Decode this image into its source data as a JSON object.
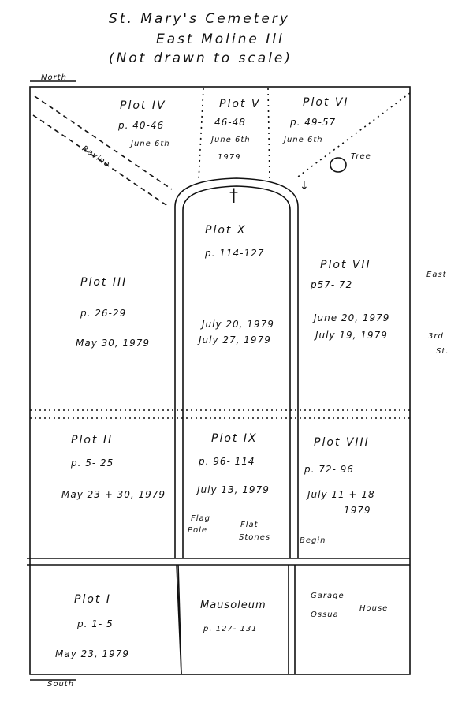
{
  "header": {
    "line1": "St. Mary's Cemetery",
    "line2": "East Moline Ill",
    "line3": "(Not drawn to scale)"
  },
  "compass": {
    "north": "North",
    "south": "South",
    "east": "East",
    "street_line1": "3rd",
    "street_line2": "St."
  },
  "landmarks": {
    "ravine": "Ravine",
    "tree": "Tree",
    "flag_pole_line1": "Flag",
    "flag_pole_line2": "Pole",
    "flat_stones_line1": "Flat",
    "flat_stones_line2": "Stones",
    "begin": "Begin",
    "cross": "†",
    "arrow": "↓"
  },
  "plots": {
    "p4": {
      "label": "Plot IV",
      "pages": "p. 40-46",
      "date": "June 6th"
    },
    "p5": {
      "label": "Plot V",
      "pages": "46-48",
      "date": "June 6th",
      "year": "1979"
    },
    "p6": {
      "label": "Plot VI",
      "pages": "p. 49-57",
      "date": "June 6th"
    },
    "p10": {
      "label": "Plot X",
      "pages": "p. 114-127"
    },
    "p3": {
      "label": "Plot III",
      "pages": "p. 26-29",
      "date": "May 30, 1979"
    },
    "p7": {
      "label": "Plot VII",
      "pages": "p57- 72",
      "date1": "June 20, 1979",
      "date2": "July 19, 1979"
    },
    "p10_dates": {
      "date1": "July 20, 1979",
      "date2": "July 27, 1979"
    },
    "p2": {
      "label": "Plot II",
      "pages": "p. 5- 25",
      "date": "May 23 + 30, 1979"
    },
    "p9": {
      "label": "Plot IX",
      "pages": "p. 96- 114",
      "date": "July 13, 1979"
    },
    "p8": {
      "label": "Plot VIII",
      "pages": "p. 72- 96",
      "date": "July 11 + 18",
      "year": "1979"
    },
    "p1": {
      "label": "Plot I",
      "pages": "p. 1- 5",
      "date": "May 23, 1979"
    },
    "mausoleum": {
      "label": "Mausoleum",
      "pages": "p. 127- 131"
    },
    "garage": {
      "line1": "Garage",
      "line2": "Ossua",
      "line3": "House"
    }
  }
}
